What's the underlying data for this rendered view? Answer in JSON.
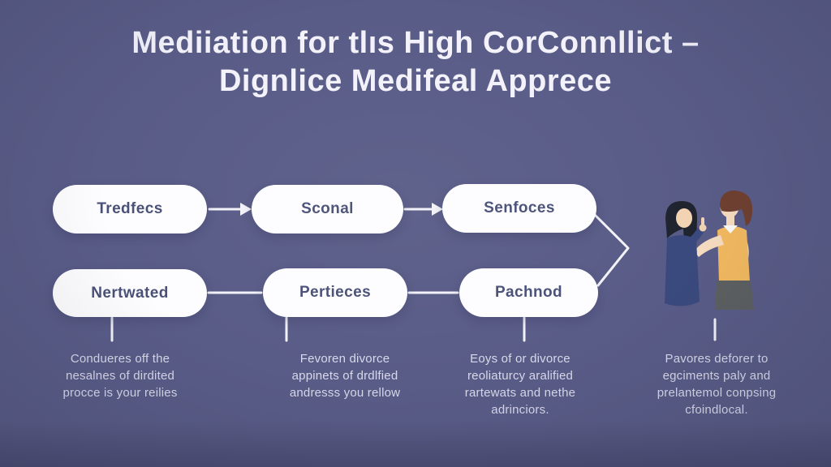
{
  "title": {
    "line1": "Mediiation for tlıs High CorConnllict –",
    "line2": "Dignlice Medifeal Apprece"
  },
  "flowchart": {
    "top_row": [
      {
        "label": "Tredfecs"
      },
      {
        "label": "Sconal"
      },
      {
        "label": "Senfoces"
      }
    ],
    "bottom_row": [
      {
        "label": "Nertwated"
      },
      {
        "label": "Pertieces"
      },
      {
        "label": "Pachnod"
      }
    ],
    "top_row_connector": "arrow-right",
    "bottom_row_connector": "plain-line",
    "right_connector": "chevron-merge"
  },
  "columns": [
    {
      "lines": [
        "Condueres off the",
        "nesalnes of dirdited",
        "procce is your reilies"
      ]
    },
    {
      "lines": [
        "Fevoren divorce",
        "appinets of drdlfied",
        "andresss you rellow"
      ]
    },
    {
      "lines": [
        "Eoys of or divorce",
        "reoliaturcy aralified",
        "rartewats and nethe",
        "adrinciors."
      ]
    },
    {
      "lines": [
        "Pavores deforer to",
        "egciments paly and",
        "prelantemol conpsing",
        "cfoindlocal."
      ]
    }
  ],
  "illustration": {
    "name": "two-women-talking-illustration",
    "left_person": {
      "hair": "#20242f",
      "outfit": "#3b4a7e",
      "skin": "#f2d3b4"
    },
    "right_person": {
      "hair": "#6e4030",
      "top": "#f2b95f",
      "collar": "#faf9f6",
      "skirt": "#5c6061",
      "skin": "#f6dcc0"
    }
  },
  "colors": {
    "background": "#595c87",
    "pill_background": "#fdfdff",
    "pill_text": "#4a5178",
    "title_text": "#f3f2fa",
    "body_text": "#d8d9ea",
    "connector_line": "#f2f2f8"
  }
}
